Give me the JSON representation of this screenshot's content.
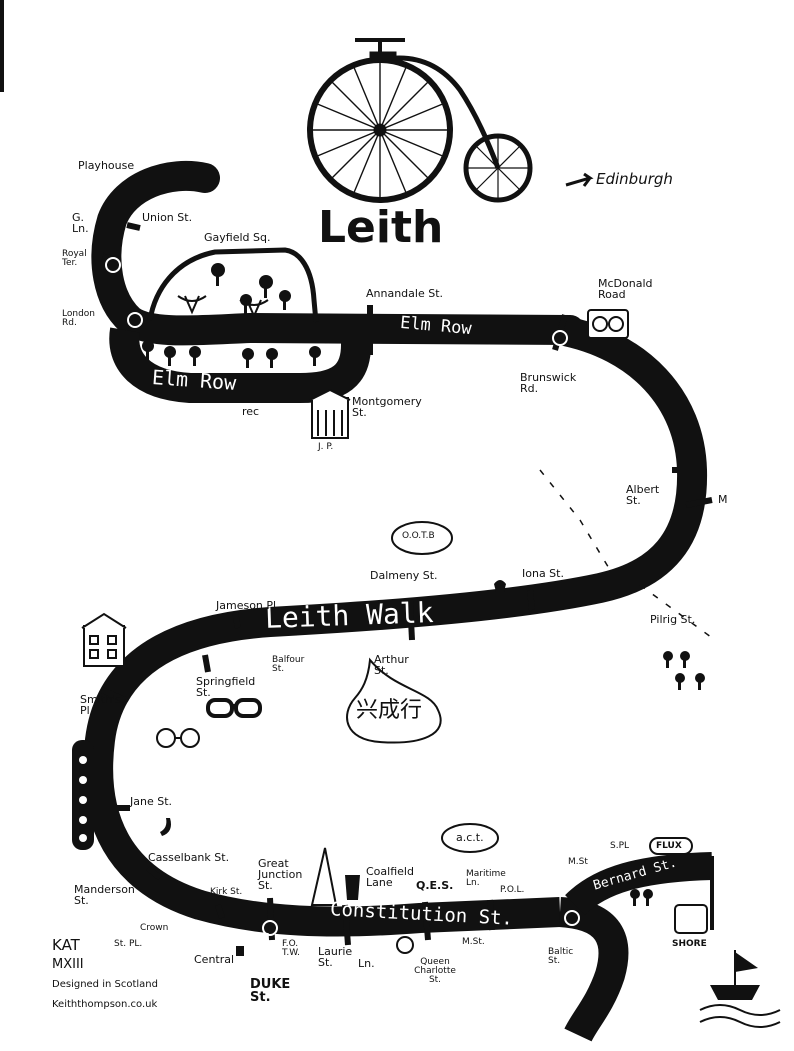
{
  "map": {
    "title": "Leith",
    "direction_label": "Edinburgh",
    "roads": {
      "elm_row_upper": "Elm Row",
      "elm_row_lower": "Elm Row",
      "leith_walk": "Leith Walk",
      "constitution_st": "Constitution St.",
      "bernard_st": "Bernard St."
    },
    "places": {
      "playhouse": "Playhouse",
      "g_ln": "G. Ln.",
      "union_st": "Union St.",
      "gayfield_sq": "Gayfield Sq.",
      "royal_ter": "Royal Ter.",
      "london_rd": "London Rd.",
      "annandale_st": "Annandale St.",
      "mcdonald_road": "McDonald Road",
      "brunswick_rd": "Brunswick Rd.",
      "rec": "rec",
      "montgomery_st": "Montgomery St.",
      "jp": "J. P.",
      "albert_st": "Albert St.",
      "m": "M",
      "ootb": "O.O.T.B",
      "dalmeny_st": "Dalmeny St.",
      "iona_st": "Iona St.",
      "jameson_pl": "Jameson Pl.",
      "pilrig_st": "Pilrig St.",
      "balfour_st": "Balfour St.",
      "arthur_st": "Arthur St.",
      "springfield_st": "Springfield St.",
      "smiths_pl": "Smith's Pl.",
      "chinese_sign": "兴成行",
      "jane_st": "Jane St.",
      "act": "a.c.t.",
      "s_pl": "S.PL",
      "flux": "FLUX",
      "m_st_top": "M.St",
      "casselbank_st": "Casselbank St.",
      "great_junction_st": "Great Junction St.",
      "coalfield_lane": "Coalfield Lane",
      "qes": "Q.E.S.",
      "maritime_ln": "Maritime Ln.",
      "pol": "P.O.L.",
      "manderson_st": "Manderson St.",
      "kirk_st": "Kirk St.",
      "crown": "Crown",
      "st_pl": "St.   PL.",
      "central": "Central",
      "fotw": "F.O. T.W.",
      "laurie_st": "Laurie St.",
      "ln": "Ln.",
      "queen_charlotte_st": "Queen Charlotte St.",
      "m_st": "M.St.",
      "baltic_st": "Baltic St.",
      "shore": "SHORE",
      "duke_st": "DUKE St."
    },
    "credits": {
      "initials": "KAT",
      "year": "MXIII",
      "designed": "Designed in Scotland",
      "website": "Keiththompson.co.uk"
    }
  }
}
